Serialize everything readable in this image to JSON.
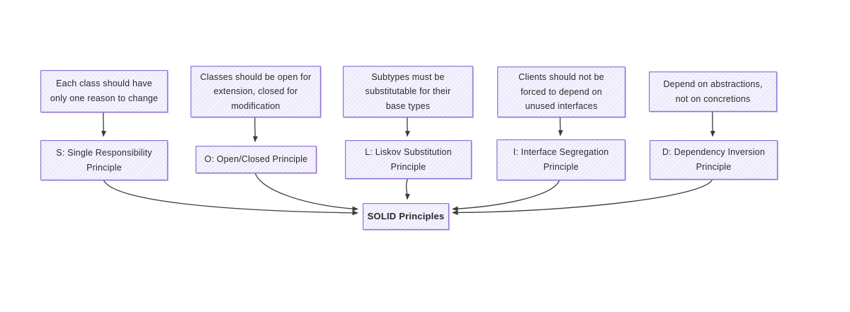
{
  "diagram": {
    "title": "SOLID Principles flowchart",
    "accent_color": "#9370DB",
    "node_fill": "#ECECFF",
    "arrow_color": "#3b3b3b",
    "nodes": {
      "srp_desc": {
        "label": "Each class should have\nonly one reason to change"
      },
      "ocp_desc": {
        "label": "Classes should be open for\nextension, closed for\nmodification"
      },
      "lsp_desc": {
        "label": "Subtypes must be\nsubstitutable for their\nbase types"
      },
      "isp_desc": {
        "label": "Clients should not be\nforced to depend on\nunused interfaces"
      },
      "dip_desc": {
        "label": "Depend on abstractions,\nnot on concretions"
      },
      "srp": {
        "label": "S: Single Responsibility\nPrinciple"
      },
      "ocp": {
        "label": "O: Open/Closed Principle"
      },
      "lsp": {
        "label": "L: Liskov Substitution\nPrinciple"
      },
      "isp": {
        "label": "I: Interface Segregation\nPrinciple"
      },
      "dip": {
        "label": "D: Dependency Inversion\nPrinciple"
      },
      "solid": {
        "label": "SOLID Principles"
      }
    }
  }
}
